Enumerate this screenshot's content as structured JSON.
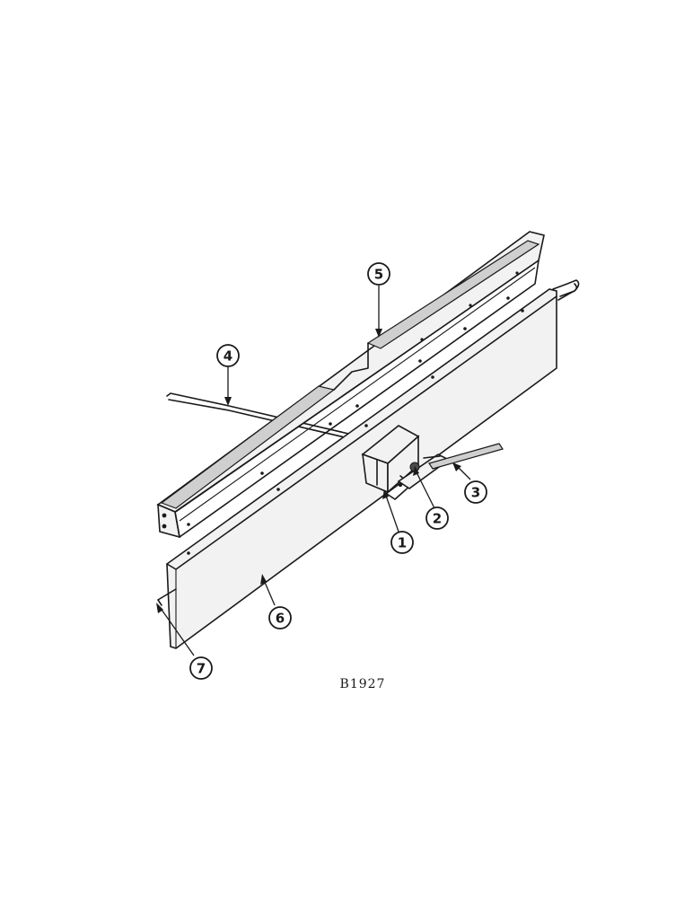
{
  "diagram": {
    "callouts": [
      {
        "id": "callout-1",
        "label": "1"
      },
      {
        "id": "callout-2",
        "label": "2"
      },
      {
        "id": "callout-3",
        "label": "3"
      },
      {
        "id": "callout-4",
        "label": "4"
      },
      {
        "id": "callout-5",
        "label": "5"
      },
      {
        "id": "callout-6",
        "label": "6"
      },
      {
        "id": "callout-7",
        "label": "7"
      }
    ],
    "figure_id": "B1927"
  }
}
